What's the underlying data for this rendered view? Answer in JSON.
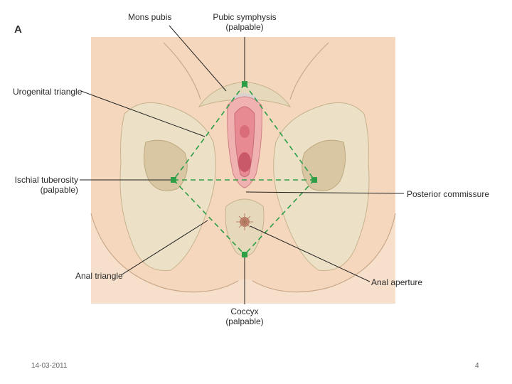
{
  "figure": {
    "letter": "A",
    "labels": {
      "mons_pubis": "Mons pubis",
      "pubic_symphysis": "Pubic symphysis",
      "pubic_symphysis_note": "(palpable)",
      "urogenital_triangle": "Urogenital triangle",
      "ischial_tuberosity": "Ischial tuberosity",
      "ischial_tuberosity_note": "(palpable)",
      "posterior_commissure": "Posterior commissure",
      "anal_triangle": "Anal triangle",
      "anal_aperture": "Anal aperture",
      "coccyx": "Coccyx",
      "coccyx_note": "(palpable)"
    }
  },
  "footer": {
    "date": "14-03-2011",
    "page": "4"
  },
  "colors": {
    "skin": "#f5dcc4",
    "bone": "#e9dcc0",
    "bone_shadow": "#cbb890",
    "pink": "#e88c94",
    "green": "#2e9e47",
    "leader": "#222222"
  }
}
